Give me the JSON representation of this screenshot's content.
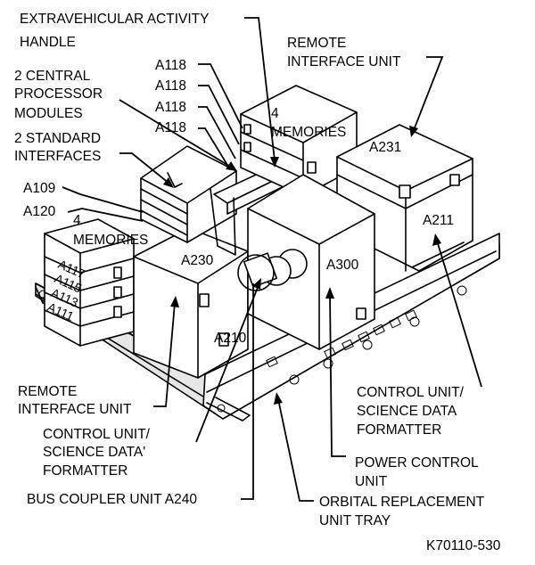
{
  "labels": {
    "eva_handle": [
      "EXTRAVEHICULAR ACTIVITY",
      "HANDLE"
    ],
    "cpu_modules": [
      "2 CENTRAL",
      "PROCESSOR",
      "MODULES"
    ],
    "std_interfaces": [
      "2 STANDARD",
      "INTERFACES"
    ],
    "riu_top": [
      "REMOTE",
      "INTERFACE UNIT"
    ],
    "riu_left": [
      "REMOTE",
      "INTERFACE UNIT"
    ],
    "cu_sdf_left": [
      "CONTROL UNIT/",
      "SCIENCE DATA'",
      "FORMATTER"
    ],
    "cu_sdf_right": [
      "CONTROL UNIT/",
      "SCIENCE DATA",
      "FORMATTER"
    ],
    "power_control": [
      "POWER CONTROL",
      "UNIT"
    ],
    "bus_coupler": "BUS COUPLER UNIT A240",
    "orbital_tray": [
      "ORBITAL REPLACEMENT",
      "UNIT TRAY"
    ],
    "memories_right": [
      "4",
      "MEMORIES"
    ],
    "memories_left": [
      "4",
      "MEMORIES"
    ],
    "figure_id": "K70110-530"
  },
  "units": {
    "a118_1": "A118",
    "a118_2": "A118",
    "a118_3": "A118",
    "a118_4": "A118",
    "a109": "A109",
    "a120": "A120",
    "a231": "A231",
    "a211": "A211",
    "a230": "A230",
    "a300": "A300",
    "a210": "A210",
    "a117": "A117",
    "a115": "A115",
    "a113": "A113",
    "a111": "A111"
  }
}
